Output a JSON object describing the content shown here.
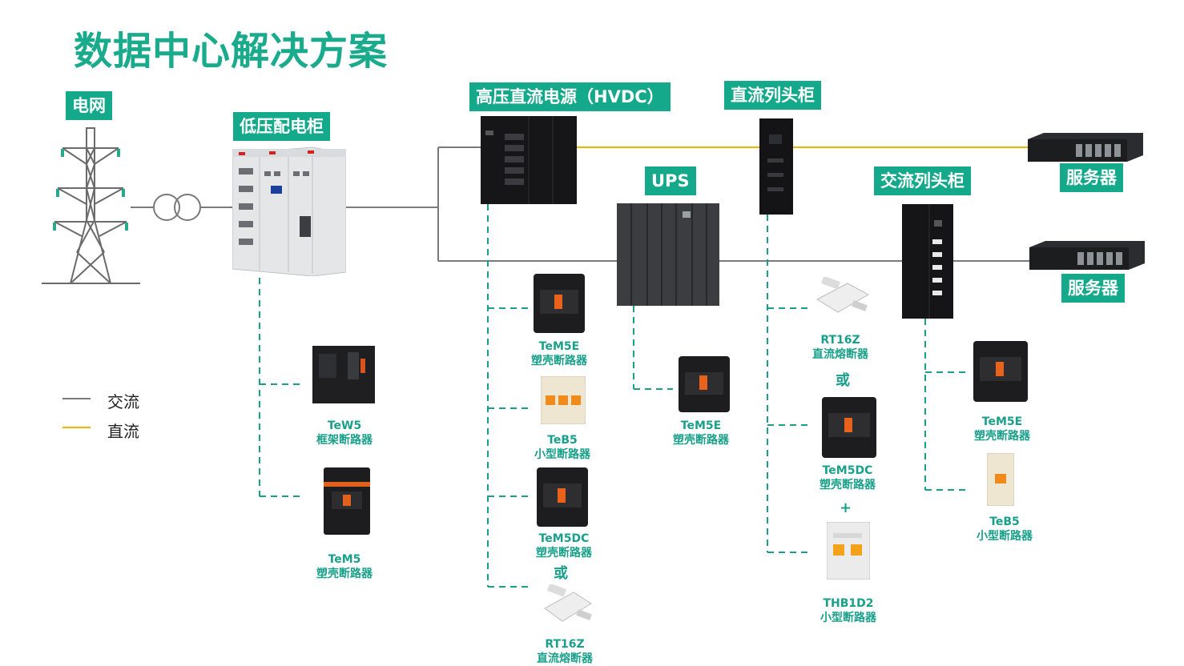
{
  "title": "数据中心解决方案",
  "colors": {
    "accent": "#14a98a",
    "ac_line": "#777777",
    "dc_line": "#f0b400",
    "dash": "#1aa08a"
  },
  "legend": [
    {
      "label": "交流",
      "color": "#777777"
    },
    {
      "label": "直流",
      "color": "#f0b400"
    }
  ],
  "nodes": {
    "grid": "电网",
    "lv_cabinet": "低压配电柜",
    "hvdc": "高压直流电源（HVDC）",
    "dc_head": "直流列头柜",
    "ups": "UPS",
    "ac_head": "交流列头柜",
    "server_top": "服务器",
    "server_bottom": "服务器"
  },
  "components": {
    "lv_tew5": {
      "model": "TeW5",
      "desc": "框架断路器"
    },
    "lv_tem5": {
      "model": "TeM5",
      "desc": "塑壳断路器"
    },
    "hv_tem5e": {
      "model": "TeM5E",
      "desc": "塑壳断路器"
    },
    "hv_teb5": {
      "model": "TeB5",
      "desc": "小型断路器"
    },
    "hv_tem5dc": {
      "model": "TeM5DC",
      "desc": "塑壳断路器"
    },
    "hv_rt16z": {
      "model": "RT16Z",
      "desc": "直流熔断器"
    },
    "ups_tem5e": {
      "model": "TeM5E",
      "desc": "塑壳断路器"
    },
    "dc_rt16z": {
      "model": "RT16Z",
      "desc": "直流熔断器"
    },
    "dc_tem5dc": {
      "model": "TeM5DC",
      "desc": "塑壳断路器"
    },
    "dc_thb1d2": {
      "model": "THB1D2",
      "desc": "小型断路器"
    },
    "ac_tem5e": {
      "model": "TeM5E",
      "desc": "塑壳断路器"
    },
    "ac_teb5": {
      "model": "TeB5",
      "desc": "小型断路器"
    }
  },
  "connectors": {
    "or": "或",
    "plus": "+"
  }
}
